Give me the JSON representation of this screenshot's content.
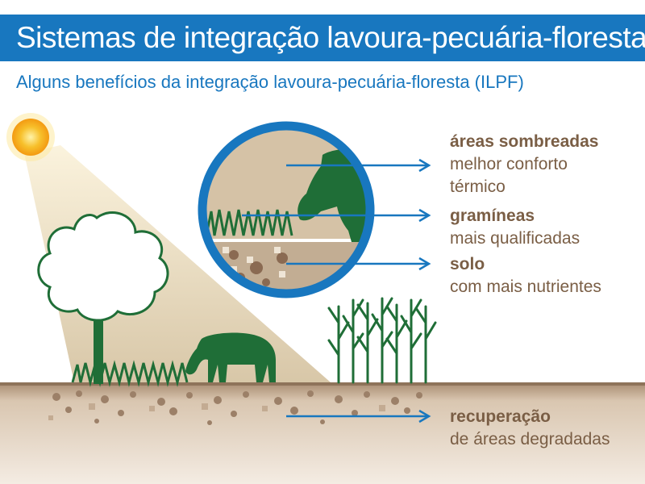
{
  "header": {
    "title": "Sistemas de integração lavoura-pecuária-floresta",
    "subtitle": "Alguns benefícios da integração lavoura-pecuária-floresta (ILPF)"
  },
  "benefits": [
    {
      "title": "áreas sombreadas",
      "lines": [
        "melhor conforto",
        "térmico"
      ]
    },
    {
      "title": "gramíneas",
      "lines": [
        "mais qualificadas"
      ]
    },
    {
      "title": "solo",
      "lines": [
        "com mais nutrientes"
      ]
    },
    {
      "title": "recuperação",
      "lines": [
        "de áreas degradadas"
      ]
    }
  ],
  "colors": {
    "header_blue": "#1877bf",
    "text_brown": "#7a5e45",
    "arrow_blue": "#1877bf",
    "grass_green": "#1f6e37",
    "soil": "#c9b49c",
    "shade": "#d7c7ab",
    "sun": "#f5b21a"
  },
  "icons": [
    "sun-icon",
    "tree-icon",
    "cow-icon",
    "corn-icon",
    "magnifier-circle"
  ]
}
